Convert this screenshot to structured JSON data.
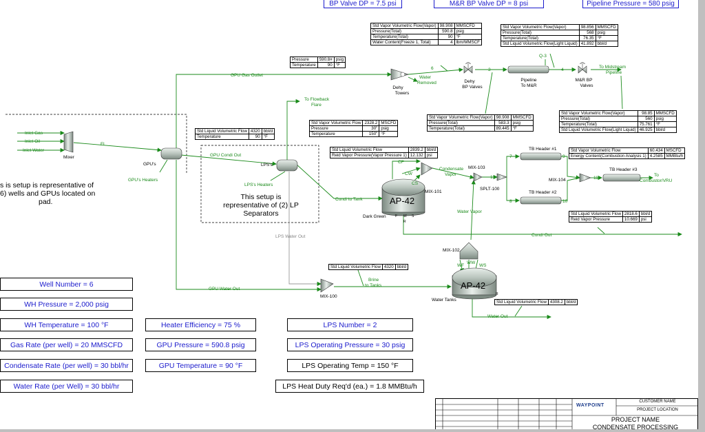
{
  "top_banners": [
    "BP Valve DP = 7.5 psi",
    "M&R BP Valve DP = 8 psi",
    "Pipeline Pressure = 580 psig"
  ],
  "tables": {
    "dehy_in": [
      [
        "Std Vapor Volumetric Flow(Vapor)",
        "98.908",
        "MMSCFD"
      ],
      [
        "Pressure(Total)",
        "590.8",
        "psig"
      ],
      [
        "Temperature(Total)",
        "90",
        "°F"
      ],
      [
        "Water Content(Freeze 1, Total)",
        "4",
        "lbm/MMSCF"
      ]
    ],
    "pipeline_in": [
      [
        "Std Vapor Volumetric Flow(Vapor)",
        "98.856",
        "MMSCFD"
      ],
      [
        "Pressure(Total)",
        "568",
        "psig"
      ],
      [
        "Temperature(Total)",
        "76.35",
        "°F"
      ],
      [
        "Std Liquid Volumetric Flow(Light Liquid)",
        "41.892",
        "bbl/d"
      ]
    ],
    "gpu_outlet": [
      [
        "Pressure",
        "590.8#",
        "psig"
      ],
      [
        "Temperature",
        "90",
        "°F"
      ]
    ],
    "dehy_out": [
      [
        "Std Vapor Volumetric Flow(Vapor)",
        "98.908",
        "MMSCFD"
      ],
      [
        "Pressure(Total)",
        "583.3",
        "psig"
      ],
      [
        "Temperature(Total)",
        "89.445",
        "°F"
      ]
    ],
    "to_midstream": [
      [
        "Std Vapor Volumetric Flow(Vapor)",
        "98.85",
        "MMSCFD"
      ],
      [
        "Pressure(Total)",
        "560",
        "psig"
      ],
      [
        "Temperature(Total)",
        "75.761",
        "°F"
      ],
      [
        "Std Liquid Volumetric Flow(Light Liquid)",
        "46.925",
        "bbl/d"
      ]
    ],
    "gpu_condi": [
      [
        "Std Liquid Volumetric Flow",
        "4320",
        "bbl/d"
      ],
      [
        "Temperature",
        "90",
        "°F"
      ]
    ],
    "lps_vapor": [
      [
        "Std Vapor Volumetric Flow",
        "2328.2",
        "MSCFD"
      ],
      [
        "Pressure",
        "30\"",
        "psig"
      ],
      [
        "Temperature",
        "150\"",
        "°F"
      ]
    ],
    "condi_tank": [
      [
        "Std Liquid Volumetric Flow",
        "2839.2",
        "bbl/d"
      ],
      [
        "Reid Vapor Pressure(Vapor Pressure 1)",
        "12.132",
        "psi"
      ]
    ],
    "combustor": [
      [
        "Std Vapor Volumetric Flow",
        "60.434",
        "MSCFD"
      ],
      [
        "Energy Content(Combustion Analysis 1)",
        "4.2585",
        "MMBtu/h"
      ]
    ],
    "condi_out": [
      [
        "Std Liquid Volumetric Flow",
        "2818.6",
        "bbl/d"
      ],
      [
        "Reid Vapor Pressure",
        "10.669",
        "psi"
      ]
    ],
    "brine": [
      [
        "Std Liquid Volumetric Flow",
        "4320",
        "bbl/d"
      ]
    ],
    "water_out": [
      [
        "Std Liquid Volumetric Flow",
        "4308.2",
        "bbl/d"
      ]
    ]
  },
  "stream_labels": {
    "inlet_gas": "Inlet Gas",
    "inlet_oil": "Inlet Oil",
    "inlet_water": "Inlet Water",
    "fl": "FL",
    "gpu_gas_outlet": "GPU Gas Outlet",
    "gpu_condi_out": "GPU Condi Out",
    "gpu_water_out": "GPU Water Out",
    "gpu_heaters": "GPU's Heaters",
    "lps_heaters": "LPS's Heaters",
    "to_flowback": "To Flowback\nFlare",
    "water_removed": "Water\nRemoved",
    "q3": "Q-3",
    "to_midstream": "To Midstream\nPipeline",
    "condi_to_tank": "Condi to Tank",
    "cf": "CF",
    "cw": "CW",
    "cs": "CS",
    "condensate_vapor": "Condensate\nVapor",
    "water_vapor": "Water Vapor",
    "condi_out": "Condi Out",
    "lps_water_out": "LPS Water Out",
    "brine_to_tanks": "Brine\nto Tanks",
    "water_out": "Water Out",
    "to_combustor": "To\nCombustor/VRU",
    "wf": "WF",
    "ww": "WW",
    "ws": "WS",
    "n6": "6",
    "n3": "3",
    "n4": "4",
    "n1": "1",
    "n7": "7",
    "n8": "8",
    "n9": "9",
    "n10": "10",
    "n11": "11",
    "s_f": "F",
    "s_w": "W",
    "s_s": "S",
    "s_r": "R",
    "s_r2": "R"
  },
  "equipment_labels": {
    "mixer": "Mixer",
    "gpus": "GPU's",
    "lpss": "LPS's",
    "dehy_towers": "Dehy\nTowers",
    "dehy_bp": "Dehy\nBP Valves",
    "pipeline": "Pipeline\nTo M&R",
    "mr_bp": "M&R BP\nValves",
    "mix103": "MIX-103",
    "splt100": "SPLT-100",
    "mix101": "MIX-101",
    "mix104": "MIX-104",
    "tb1": "TB Header #1",
    "tb2": "TB Header #2",
    "tb3": "TB Header #3",
    "ap42_1": "AP-42",
    "ap42_2": "AP-42",
    "dark_green": "Dark Green",
    "water_tanks": "Water Tanks",
    "mix102": "MIX-102",
    "mix100": "MIX-100"
  },
  "notes": {
    "wells_note": "s is setup is representative of\n6) wells and GPUs located on\npad.",
    "lp_note": "This setup is\nrepresentative of (2) LP\nSeparators"
  },
  "params": {
    "col1": [
      "Well Number = 6",
      "WH Pressure = 2,000 psig",
      "WH Temperature = 100 °F",
      "Gas Rate (per well) = 20 MMSCFD",
      "Condensate Rate (per well) = 30 bbl/hr",
      "Water Rate (per Well) = 30 bbl/hr"
    ],
    "col2": [
      "Heater Efficiency = 75 %",
      "GPU Pressure = 590.8 psig",
      "GPU Temperature = 90 °F"
    ],
    "col3": [
      "LPS Number = 2",
      "LPS Operating Pressure = 30 psig",
      "LPS Operating Temp = 150 °F",
      "LPS Heat Duty Req'd (ea.) = 1.8 MMBtu/h"
    ]
  },
  "title_block": {
    "customer_name": "CUSTOMER NAME",
    "project_location": "PROJECT LOCATION",
    "project_name": "PROJECT NAME",
    "subtitle": "CONDENSATE PROCESSING",
    "logo": "WAYPOINT"
  },
  "colors": {
    "stream": "#1a8a1a",
    "param_text": "#1a1acc",
    "equipment": "#9aa8a0"
  }
}
